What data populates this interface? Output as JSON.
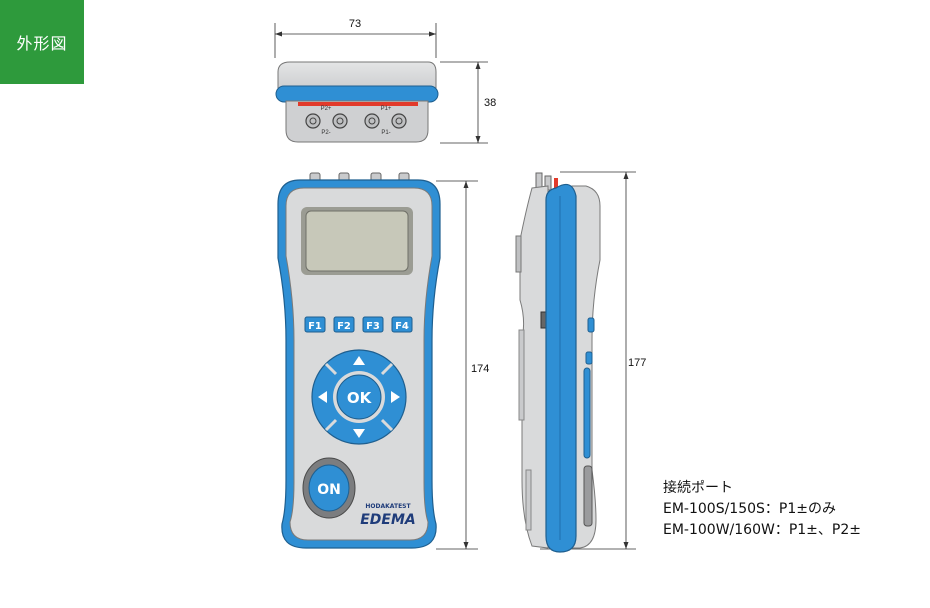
{
  "badge": {
    "label": "外形図",
    "color": "#2e9a3c"
  },
  "dimensions": {
    "width": "73",
    "depth": "38",
    "height_front": "174",
    "height_side": "177"
  },
  "device": {
    "function_keys": [
      "F1",
      "F2",
      "F3",
      "F4"
    ],
    "ok_label": "OK",
    "on_label": "ON",
    "brand_small": "HODAKATEST",
    "brand_large": "EDEMA",
    "port_labels_top": [
      "P2+",
      "P1+"
    ],
    "port_labels_bottom": [
      "P2-",
      "P1-"
    ],
    "colors": {
      "body": "#d9dadb",
      "accent": "#2f8fd4",
      "dark_accent": "#1f6fae",
      "screen": "#c7c8b9",
      "port_band": "#e23a2a"
    }
  },
  "ports_info": {
    "heading": "接続ポート",
    "lines": [
      "EM-100S/150S：P1±のみ",
      "EM-100W/160W：P1±、P2±"
    ]
  }
}
